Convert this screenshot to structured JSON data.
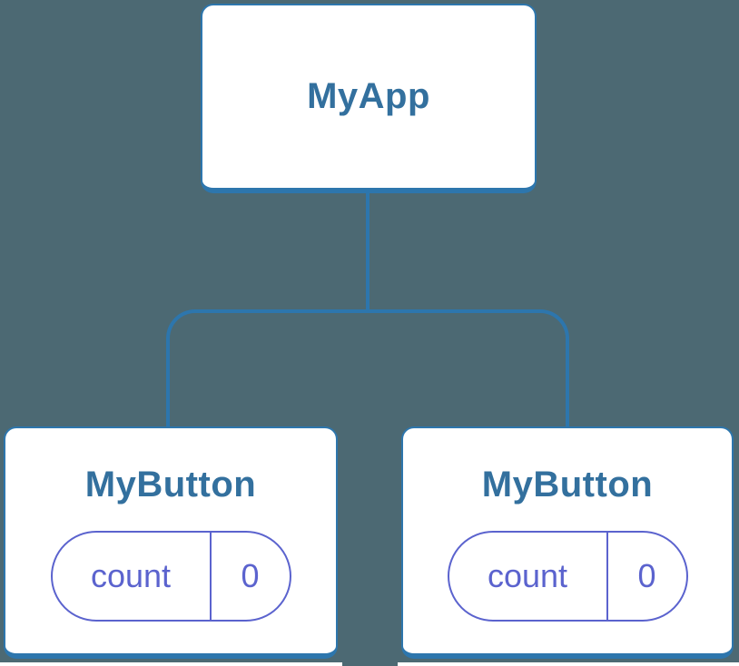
{
  "colors": {
    "bg": "#4C6973",
    "stroke": "#2D76AD",
    "title": "#33709E",
    "state": "#5B63CE",
    "node-bg": "#FFFFFF"
  },
  "diagram": {
    "type": "component-tree",
    "root": {
      "label": "MyApp"
    },
    "children": [
      {
        "label": "MyButton",
        "state": {
          "key": "count",
          "value": "0"
        }
      },
      {
        "label": "MyButton",
        "state": {
          "key": "count",
          "value": "0"
        }
      }
    ]
  }
}
